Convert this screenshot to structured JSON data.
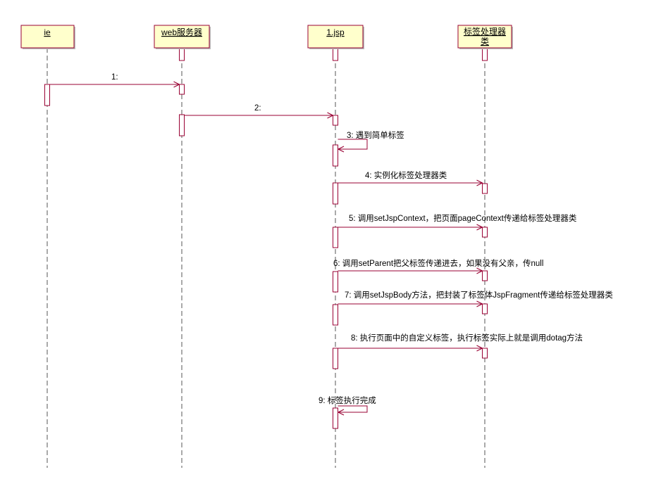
{
  "diagram": {
    "colors": {
      "head_fill": "#FFFFCC",
      "head_stroke": "#990033",
      "lifeline": "#555555",
      "activation_fill": "#FFFFFF",
      "activation_stroke": "#990033",
      "message": "#990033",
      "text": "#000000"
    },
    "participants": [
      {
        "id": "ie",
        "lines": [
          "ie"
        ]
      },
      {
        "id": "web",
        "lines": [
          "web服务器"
        ]
      },
      {
        "id": "jsp",
        "lines": [
          "1.jsp"
        ]
      },
      {
        "id": "handler",
        "lines": [
          "标签处理器",
          "类"
        ]
      }
    ],
    "messages": [
      {
        "from": "ie",
        "to": "web",
        "label": "1:"
      },
      {
        "from": "web",
        "to": "jsp",
        "label": "2:"
      },
      {
        "from": "jsp",
        "to": "jsp",
        "label": "3: 遇到简单标签"
      },
      {
        "from": "jsp",
        "to": "handler",
        "label": "4: 实例化标签处理器类"
      },
      {
        "from": "jsp",
        "to": "handler",
        "label": "5: 调用setJspContext，把页面pageContext传递给标签处理器类"
      },
      {
        "from": "jsp",
        "to": "handler",
        "label": "6: 调用setParent把父标签传递进去，如果没有父亲，传null"
      },
      {
        "from": "jsp",
        "to": "handler",
        "label": "7: 调用setJspBody方法，把封装了标签体JspFragment传递给标签处理器类"
      },
      {
        "from": "jsp",
        "to": "handler",
        "label": "8: 执行页面中的自定义标签，执行标签实际上就是调用dotag方法"
      },
      {
        "from": "jsp",
        "to": "jsp",
        "label": "9: 标签执行完成"
      }
    ]
  }
}
